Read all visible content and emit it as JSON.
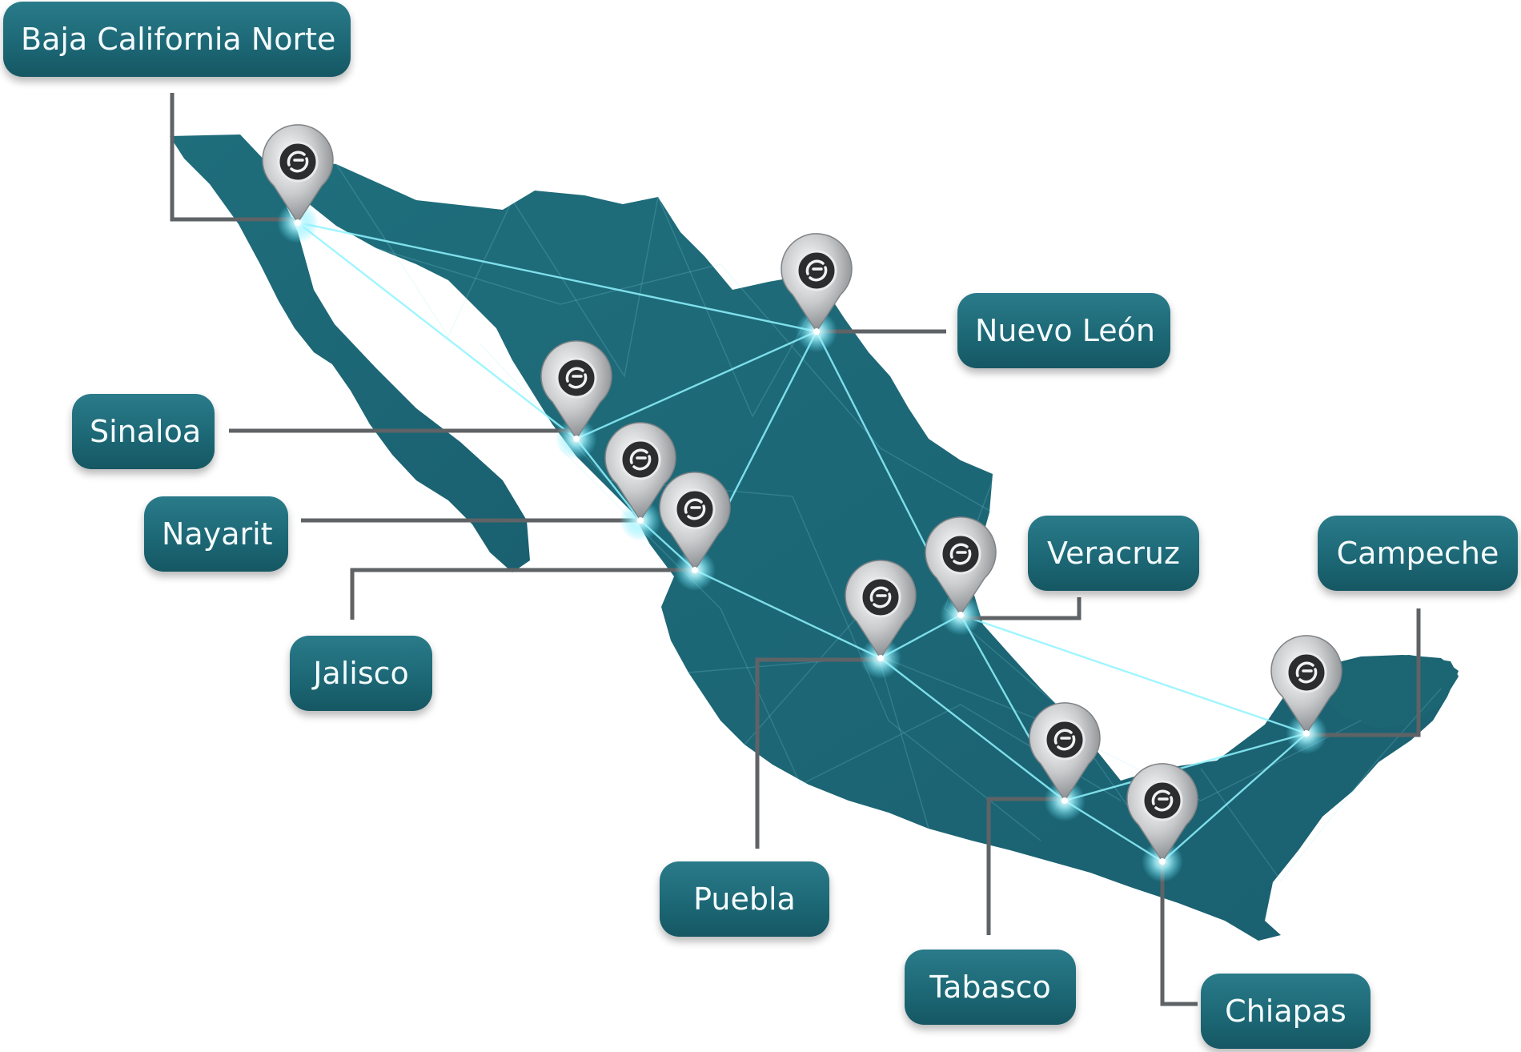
{
  "map": {
    "region": "Mexico",
    "land_color": "#1d6b78",
    "network_color": "#8ff3ff",
    "connector_color": "#5f6366",
    "label_color": "#1e6c79",
    "pin_icon": "map-pin-icon",
    "locations": [
      {
        "id": "baja-california-norte",
        "name": "Baja California Norte"
      },
      {
        "id": "nuevo-leon",
        "name": "Nuevo León"
      },
      {
        "id": "sinaloa",
        "name": "Sinaloa"
      },
      {
        "id": "nayarit",
        "name": "Nayarit"
      },
      {
        "id": "jalisco",
        "name": "Jalisco"
      },
      {
        "id": "veracruz",
        "name": "Veracruz"
      },
      {
        "id": "puebla",
        "name": "Puebla"
      },
      {
        "id": "campeche",
        "name": "Campeche"
      },
      {
        "id": "tabasco",
        "name": "Tabasco"
      },
      {
        "id": "chiapas",
        "name": "Chiapas"
      }
    ]
  }
}
